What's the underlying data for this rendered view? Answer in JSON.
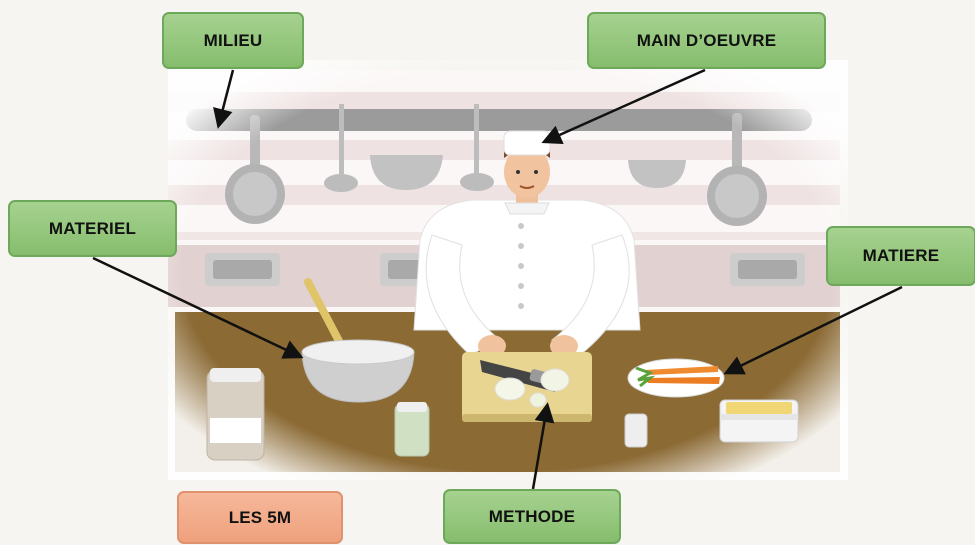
{
  "labels": {
    "milieu": "MILIEU",
    "main_oeuvre": "MAIN D’OEUVRE",
    "materiel": "MATERIEL",
    "matiere": "MATIERE",
    "methode": "METHODE",
    "title": "LES 5M"
  },
  "colors": {
    "label_green": "#97c87f",
    "label_salmon": "#f2ab89",
    "counter_brown": "#8b6a34",
    "wall_stripe": "#ead9d9",
    "rail_gray": "#9a9a9a",
    "arrow": "#111111"
  }
}
